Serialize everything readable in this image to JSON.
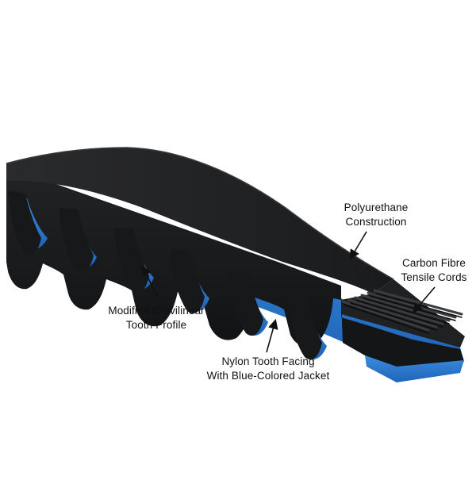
{
  "colors": {
    "belt_black": "#1b1c1d",
    "belt_black_dark": "#0f1011",
    "jacket_blue": "#2a72c6",
    "jacket_blue_light": "#3d8fe0",
    "cord_gray": "#2e2f31",
    "label_text": "#111111"
  },
  "labels": {
    "polyurethane": [
      "Polyurethane",
      "Construction"
    ],
    "carbon": [
      "Carbon Fibre",
      "Tensile Cords"
    ],
    "curvilinear": [
      "Modified Curvilinear",
      "Tooth Profile"
    ],
    "nylon": [
      "Nylon Tooth Facing",
      "With Blue-Colored Jacket"
    ]
  }
}
